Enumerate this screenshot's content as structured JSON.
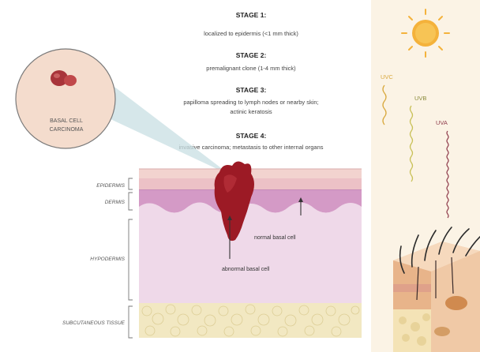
{
  "stages": [
    {
      "title": "STAGE 1:",
      "desc": [
        "localized to epidermis (<1 mm thick)"
      ]
    },
    {
      "title": "STAGE 2:",
      "desc": [
        "premalignant clone (1-4 mm thick)"
      ]
    },
    {
      "title": "STAGE 3:",
      "desc": [
        "papilloma spreading to lymph nodes or nearby skin;",
        "actinic keratosis"
      ]
    },
    {
      "title": "STAGE 4:",
      "desc": [
        "invasive carcinoma; metastasis to other internal organs"
      ]
    }
  ],
  "inset": {
    "label_line1": "BASAL CELL",
    "label_line2": "CARCINOMA"
  },
  "layers": {
    "epidermis": "EPIDERMIS",
    "dermis": "DERMIS",
    "hypodermis": "HYPODERMIS",
    "subcutaneous": "SUBCUTANEOUS TISSUE"
  },
  "annotations": {
    "normal_cell": "normal basal cell",
    "abnormal_cell": "abnormal basal cell"
  },
  "uv": {
    "uvc": "UVC",
    "uvb": "UVB",
    "uva": "UVA"
  },
  "colors": {
    "epidermis": "#ecc1c6",
    "dermis": "#d49ac6",
    "hypodermis": "#efd9e9",
    "subcutaneous": "#f2e8c2",
    "tumor": "#9c1a25",
    "sun": "#f4b23b",
    "uvc": "#d9a93f",
    "uvb": "#c8c056",
    "uva": "#8e3a4a",
    "right_panel": "#fbf3e5"
  }
}
